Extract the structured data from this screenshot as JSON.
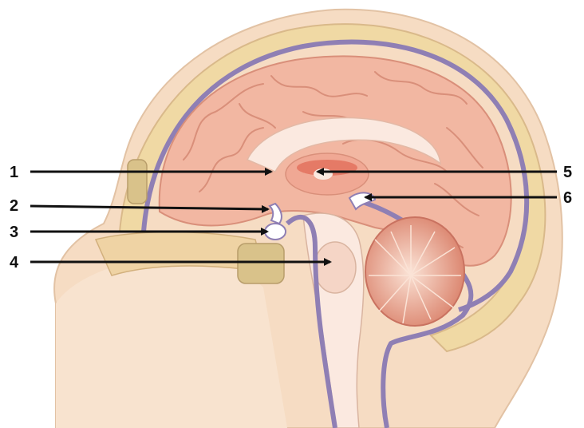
{
  "labels": [
    {
      "id": "1",
      "text": "1"
    },
    {
      "id": "2",
      "text": "2"
    },
    {
      "id": "3",
      "text": "3"
    },
    {
      "id": "4",
      "text": "4"
    },
    {
      "id": "5",
      "text": "5"
    },
    {
      "id": "6",
      "text": "6"
    }
  ],
  "colors": {
    "skin": "#f6dcc3",
    "skin_shadow": "#efcfb2",
    "skull": "#f0d9a4",
    "skull_edge": "#d9b98a",
    "meninges": "#8f7fb4",
    "brain": "#f2b7a2",
    "brain_fold": "#d98f7a",
    "white_matter": "#fbe9e0",
    "corpus": "#e57a66",
    "cerebellum": "#d97f68",
    "arrow": "#111111"
  }
}
